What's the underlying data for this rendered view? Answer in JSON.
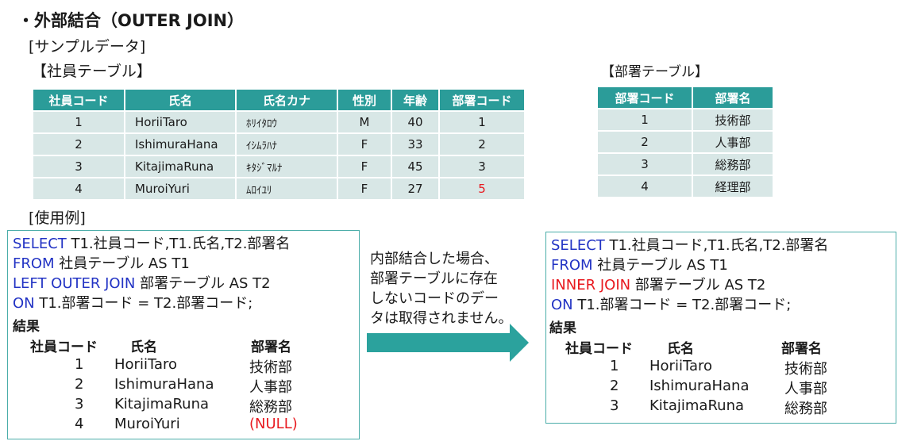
{
  "title": "・外部結合（OUTER JOIN）",
  "sample_label": "[サンプルデータ]",
  "employee_table": {
    "label": "【社員テーブル】",
    "headers": [
      "社員コード",
      "氏名",
      "氏名カナ",
      "性別",
      "年齢",
      "部署コード"
    ],
    "rows": [
      [
        "1",
        "HoriiTaro",
        "ﾎﾘｲﾀﾛｳ",
        "M",
        "40",
        "1"
      ],
      [
        "2",
        "IshimuraHana",
        "ｲｼﾑﾗﾊﾅ",
        "F",
        "33",
        "2"
      ],
      [
        "3",
        "KitajimaRuna",
        "ｷﾀｼﾞﾏﾙﾅ",
        "F",
        "45",
        "3"
      ],
      [
        "4",
        "MuroiYuri",
        "ﾑﾛｲﾕﾘ",
        "F",
        "27",
        "5"
      ]
    ]
  },
  "department_table": {
    "label": "【部署テーブル】",
    "headers": [
      "部署コード",
      "部署名"
    ],
    "rows": [
      [
        "1",
        "技術部"
      ],
      [
        "2",
        "人事部"
      ],
      [
        "3",
        "総務部"
      ],
      [
        "4",
        "経理部"
      ]
    ]
  },
  "usage_label": "[使用例]",
  "left_example": {
    "line1_kw": "SELECT",
    "line1_rest": " T1.社員コード,T1.氏名,T2.部署名",
    "line2_kw": "FROM",
    "line2_rest": " 社員テーブル AS T1",
    "line3_kw": "LEFT OUTER JOIN",
    "line3_rest": " 部署テーブル AS T2",
    "line4_kw": " ON",
    "line4_rest": " T1.部署コード = T2.部署コード;",
    "result_label": "結果",
    "col_headers": [
      "社員コード",
      "氏名",
      "部署名"
    ],
    "rows": [
      [
        "1",
        "HoriiTaro",
        "技術部"
      ],
      [
        "2",
        "IshimuraHana",
        "人事部"
      ],
      [
        "3",
        "KitajimaRuna",
        "総務部"
      ],
      [
        "4",
        "MuroiYuri",
        "(NULL)"
      ]
    ]
  },
  "note": {
    "lines": [
      "内部結合した場合、",
      "部署テーブルに存在",
      "しないコードのデー",
      "タは取得されません。"
    ]
  },
  "right_example": {
    "line1_kw": "SELECT",
    "line1_rest": " T1.社員コード,T1.氏名,T2.部署名",
    "line2_kw": "FROM",
    "line2_rest": " 社員テーブル AS T1",
    "line3_kw": "INNER JOIN",
    "line3_rest": " 部署テーブル AS T2",
    "line4_kw": " ON",
    "line4_rest": " T1.部署コード = T2.部署コード;",
    "result_label": "結果",
    "col_headers": [
      "社員コード",
      "氏名",
      "部署名"
    ],
    "rows": [
      [
        "1",
        "HoriiTaro",
        "技術部"
      ],
      [
        "2",
        "IshimuraHana",
        "人事部"
      ],
      [
        "3",
        "KitajimaRuna",
        "総務部"
      ]
    ]
  },
  "colors": {
    "header_teal": "#2b9c99",
    "cell_teal": "#d8e7e6",
    "keyword_blue": "#2233c4",
    "highlight_red": "#e8191f",
    "arrow_teal": "#2ba29d"
  }
}
